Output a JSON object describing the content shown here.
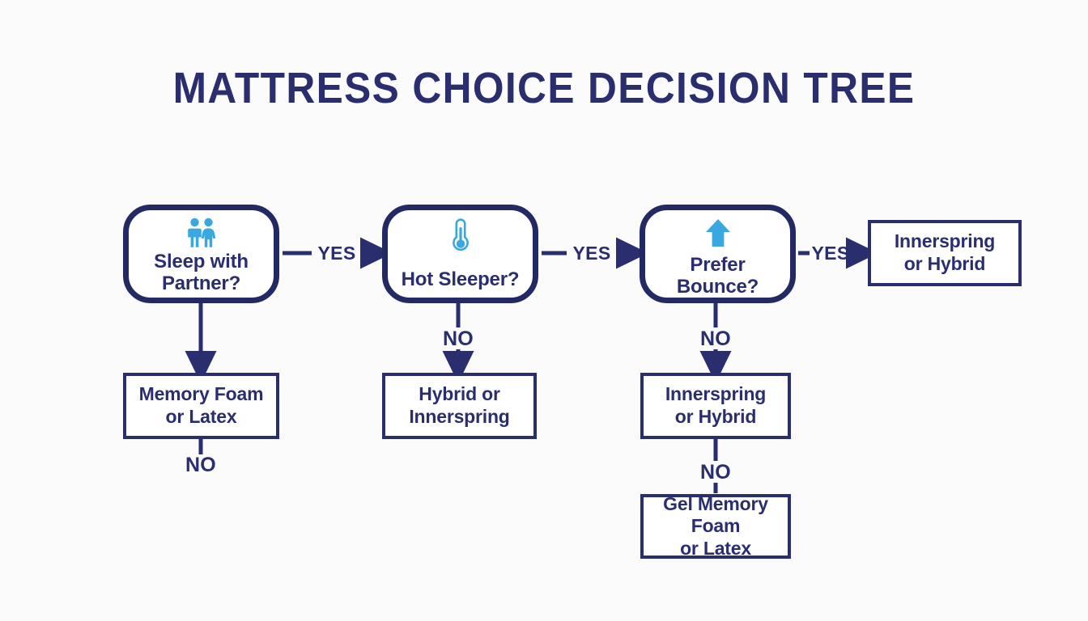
{
  "page": {
    "title": "MATTRESS CHOICE DECISION TREE",
    "background_color": "#fbfbfc",
    "navy": "#2a2e6e",
    "node_border": "#232a63",
    "icon_blue": "#3aa8e0"
  },
  "diagram": {
    "type": "decision-tree",
    "decisions": [
      {
        "id": "sleep-with-partner",
        "question": "Sleep with\nPartner?",
        "line1": "Sleep with",
        "line2": "Partner?",
        "icon": "couple-icon"
      },
      {
        "id": "hot-sleeper",
        "question": "Hot Sleeper?",
        "line1": "Hot Sleeper?",
        "line2": "",
        "icon": "thermometer-icon"
      },
      {
        "id": "prefer-bounce",
        "question": "Prefer\nBounce?",
        "line1": "Prefer",
        "line2": "Bounce?",
        "icon": "up-arrow-icon"
      }
    ],
    "outcomes": [
      {
        "id": "outcome-innerspring-or-hybrid-top",
        "line1": "Innerspring",
        "line2": "or Hybrid"
      },
      {
        "id": "outcome-memory-foam-or-latex",
        "line1": "Memory Foam",
        "line2": "or Latex"
      },
      {
        "id": "outcome-hybrid-or-innerspring",
        "line1": "Hybrid or",
        "line2": "Innerspring"
      },
      {
        "id": "outcome-innerspring-or-hybrid",
        "line1": "Innerspring",
        "line2": "or Hybrid"
      },
      {
        "id": "outcome-gel-memory-foam-or-latex",
        "line1": "Gel Memory Foam",
        "line2": "or Latex"
      }
    ],
    "edge_labels": {
      "yes_1": "YES",
      "yes_2": "YES",
      "yes_3": "YES",
      "no_1": "NO",
      "no_2": "NO",
      "no_3": "NO",
      "no_4": "NO"
    }
  }
}
